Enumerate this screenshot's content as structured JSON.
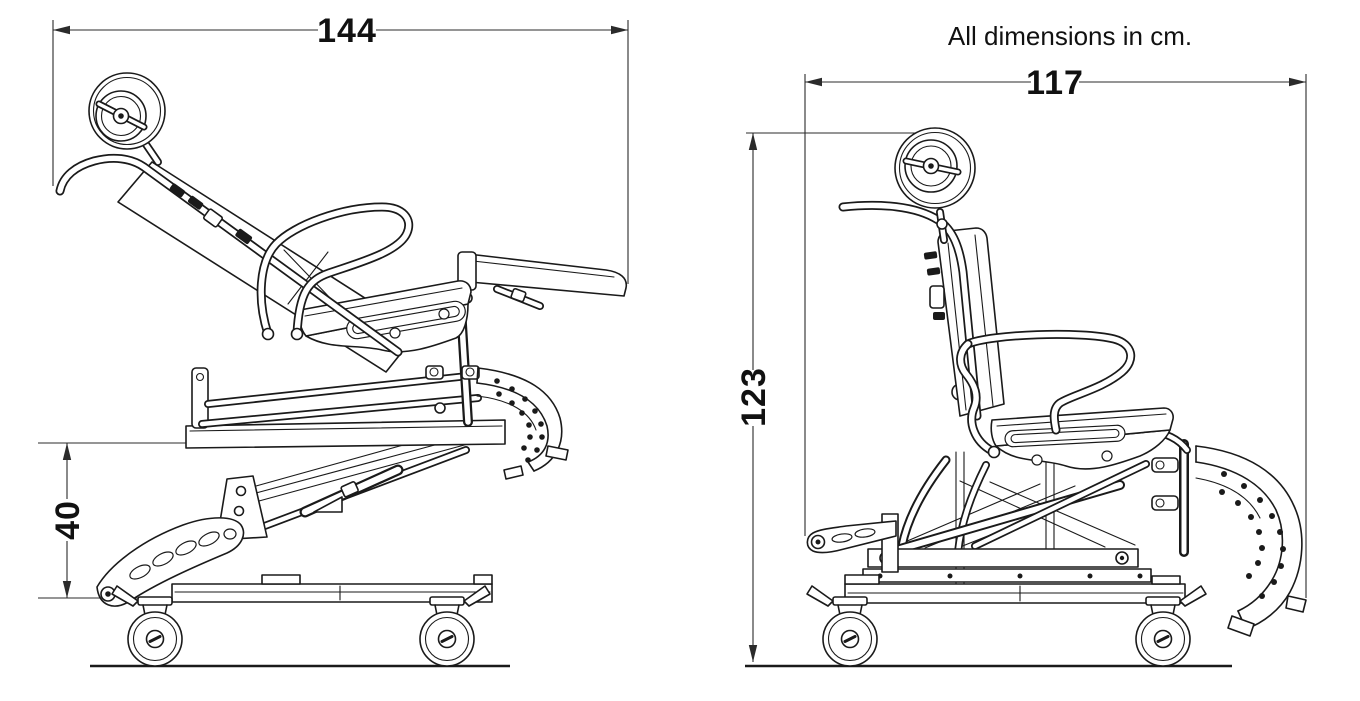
{
  "note": "All dimensions in cm.",
  "views": {
    "reclined": {
      "length": "144",
      "lift_height": "40"
    },
    "upright": {
      "length": "117",
      "height": "123"
    }
  },
  "colors": {
    "line": "#1a1a1a",
    "dimension": "#2b2b2b",
    "text": "#111111",
    "background": "#ffffff"
  }
}
